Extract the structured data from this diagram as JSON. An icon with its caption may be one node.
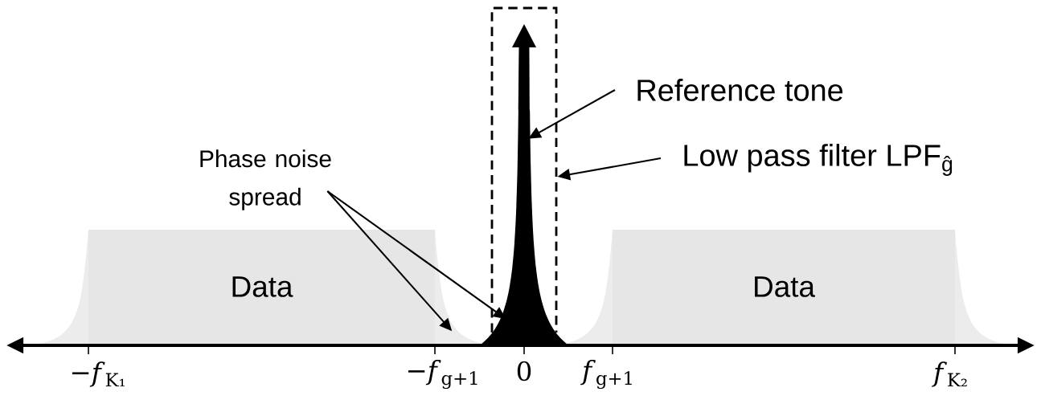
{
  "diagram": {
    "nodes": [
      {
        "text": [
          "Data"
        ]
      },
      {
        "text": [
          "Data"
        ]
      },
      {
        "text": [
          "Phase noise spread"
        ]
      },
      {
        "text": [
          "Reference tone"
        ]
      },
      {
        "text": [
          "Low pass filter LPF$_{ĝ}$"
        ]
      },
      {
        "text": [],
        "shape": "box"
      },
      {
        "text": [],
        "shape": "spike"
      }
    ],
    "edges": [
      {
        "from": 2,
        "to": 0,
        "arrow": "to"
      },
      {
        "from": 2,
        "to": 6,
        "arrow": "to"
      },
      {
        "from": 3,
        "to": 6,
        "arrow": "to"
      },
      {
        "from": 4,
        "to": 5,
        "arrow": "to"
      }
    ],
    "labels": [
      "−*f*$_{K₁}$",
      "−*f*$_{g+1}$",
      "0",
      "*f*$_{g+1}$",
      "*f*$_{K₂}$"
    ]
  }
}
